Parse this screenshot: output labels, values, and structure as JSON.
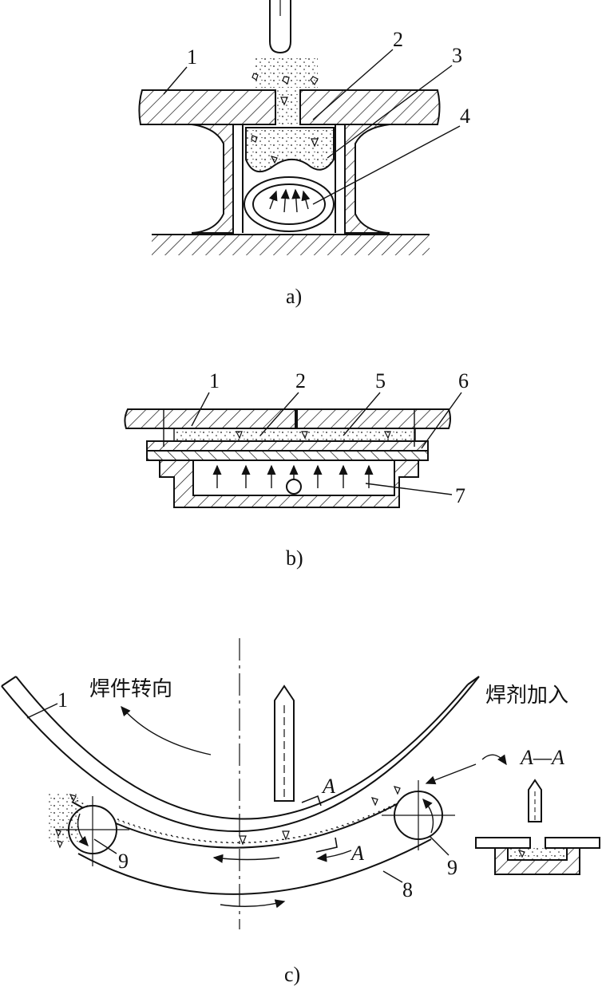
{
  "figure_a": {
    "caption": "a)",
    "labels": [
      "1",
      "2",
      "3",
      "4"
    ]
  },
  "figure_b": {
    "caption": "b)",
    "labels": [
      "1",
      "2",
      "5",
      "6",
      "7"
    ]
  },
  "figure_c": {
    "caption": "c)",
    "labels": [
      "1",
      "8",
      "9",
      "9"
    ],
    "text_workpiece_rotation": "焊件转向",
    "text_flux_feed": "焊剂加入",
    "section_mark": "A",
    "section_view_title": "A—A"
  },
  "colors": {
    "ink": "#111111",
    "background": "#ffffff"
  }
}
